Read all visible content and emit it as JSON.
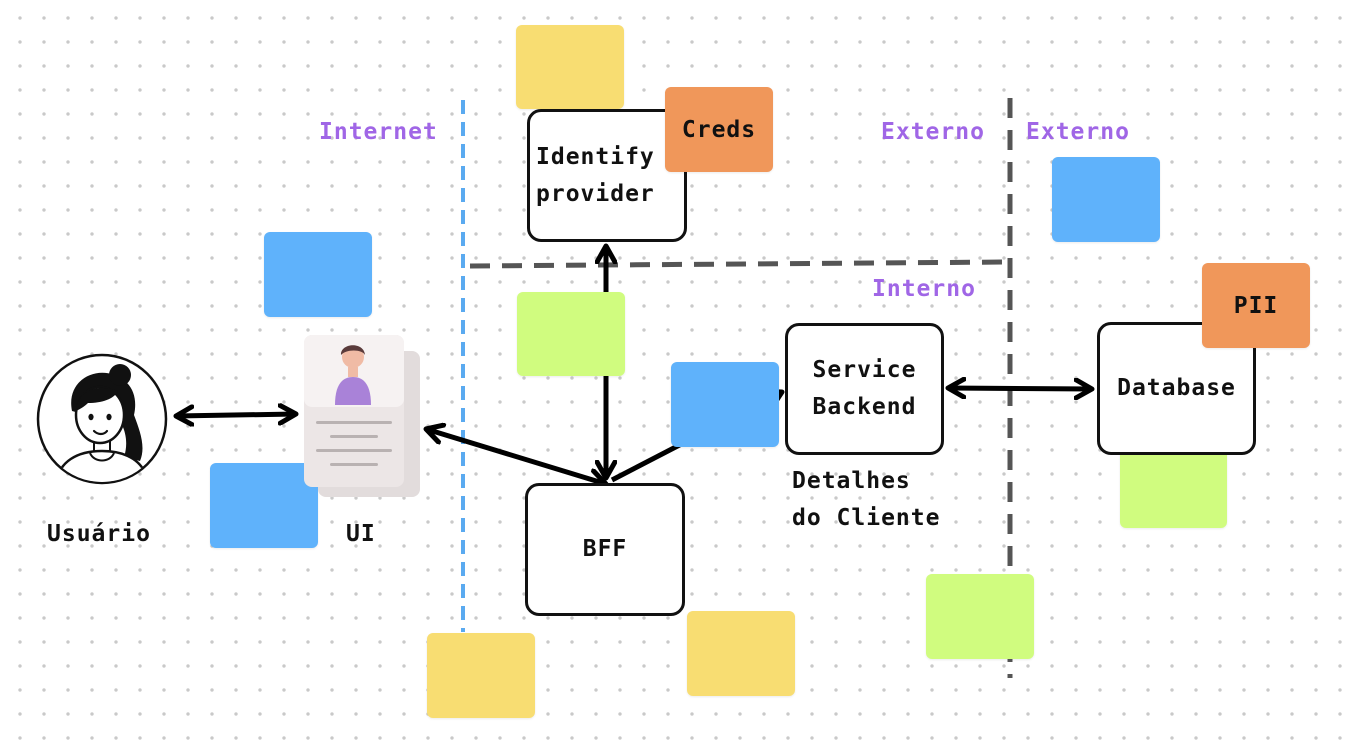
{
  "zones": {
    "internet": "Internet",
    "externo_left": "Externo",
    "externo_right": "Externo",
    "interno": "Interno"
  },
  "nodes": {
    "identify_provider": "Identify\nprovider",
    "service_backend": "Service\nBackend",
    "database": "Database",
    "bff": "BFF"
  },
  "tags": {
    "creds": "Creds",
    "pii": "PII"
  },
  "labels": {
    "usuario": "Usuário",
    "ui": "UI",
    "detalhes": "Detalhes\ndo Cliente"
  },
  "colors": {
    "sticky_yellow": "#f8dd72",
    "sticky_blue": "#5fb2fb",
    "sticky_green": "#d0fc7f",
    "sticky_orange": "#f0975a",
    "zone_label": "#a066e6",
    "internet_boundary": "#5aaaf0",
    "internal_boundary": "#555555"
  },
  "icons": {
    "user": "user-avatar-icon",
    "ui": "profile-card-icon"
  }
}
